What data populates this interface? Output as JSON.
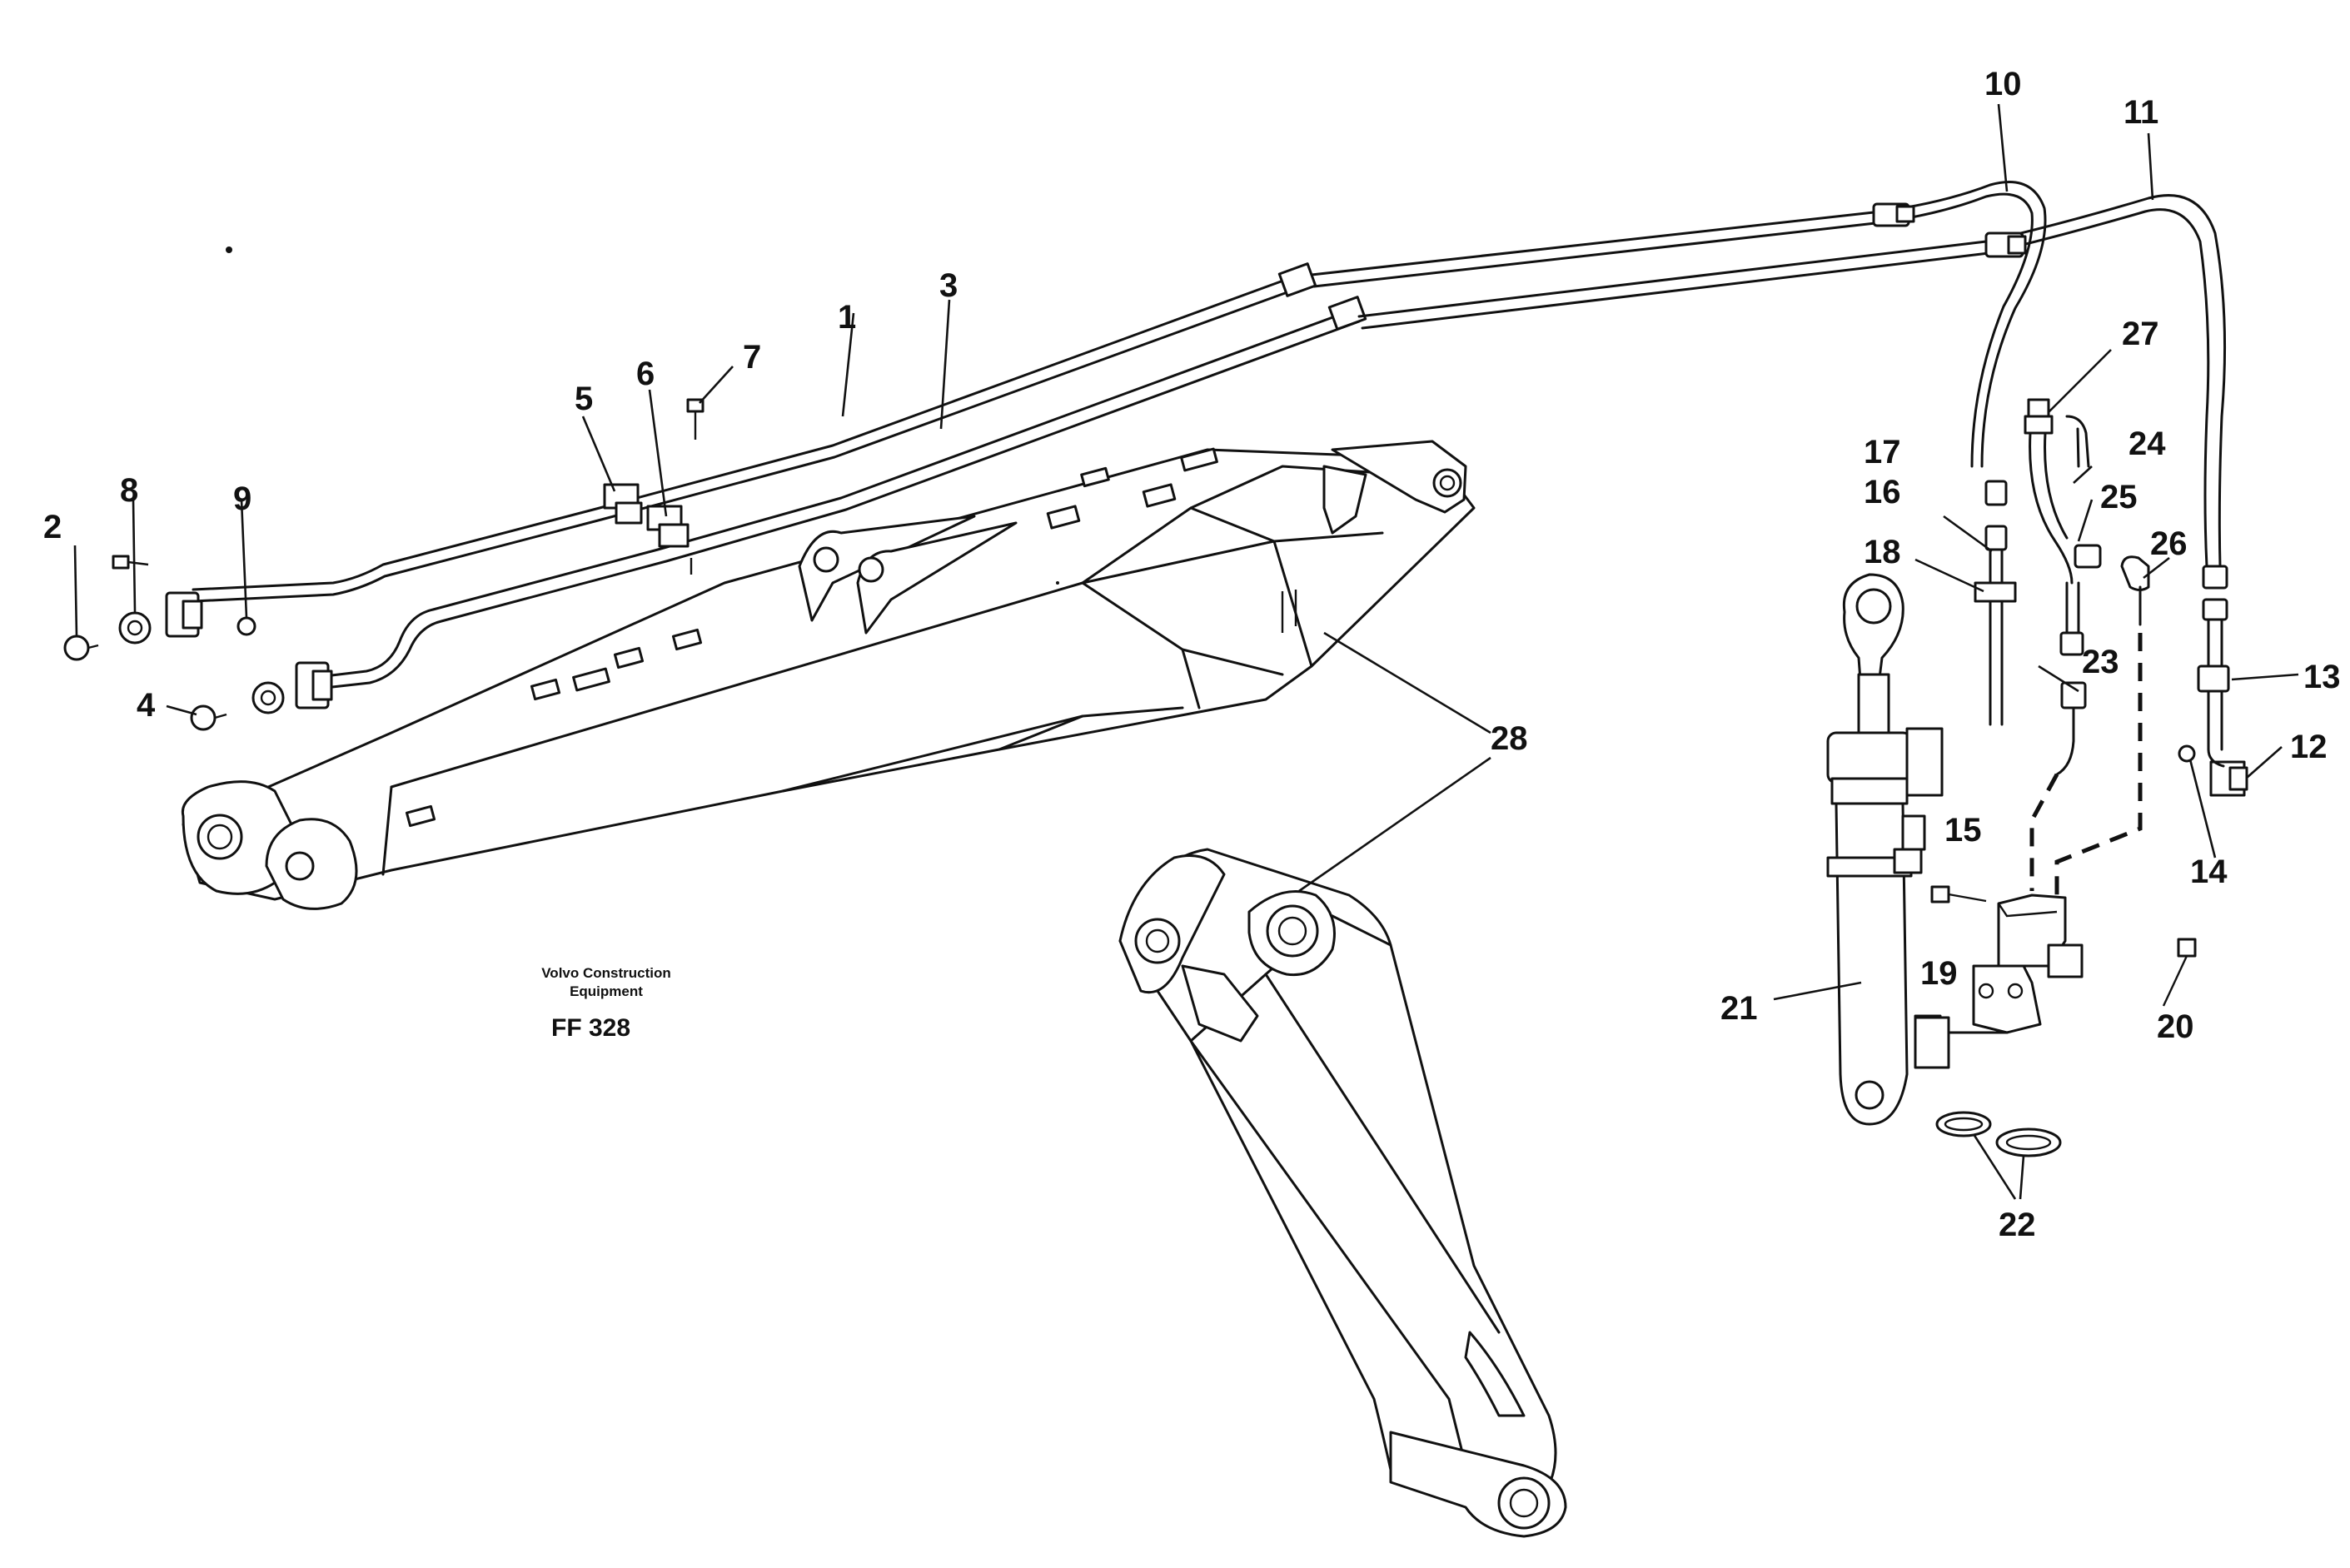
{
  "credit": {
    "line1": "Volvo Construction",
    "line2": "Equipment"
  },
  "figure_code": "FF 328",
  "callouts": {
    "p1": "1",
    "p2": "2",
    "p3": "3",
    "p4": "4",
    "p5": "5",
    "p6": "6",
    "p7": "7",
    "p8": "8",
    "p9": "9",
    "p10": "10",
    "p11": "11",
    "p12": "12",
    "p13": "13",
    "p14": "14",
    "p15": "15",
    "p16": "16",
    "p17": "17",
    "p18": "18",
    "p19": "19",
    "p20": "20",
    "p21": "21",
    "p22": "22",
    "p23": "23",
    "p24": "24",
    "p25": "25",
    "p26": "26",
    "p27": "27",
    "p28": "28"
  }
}
